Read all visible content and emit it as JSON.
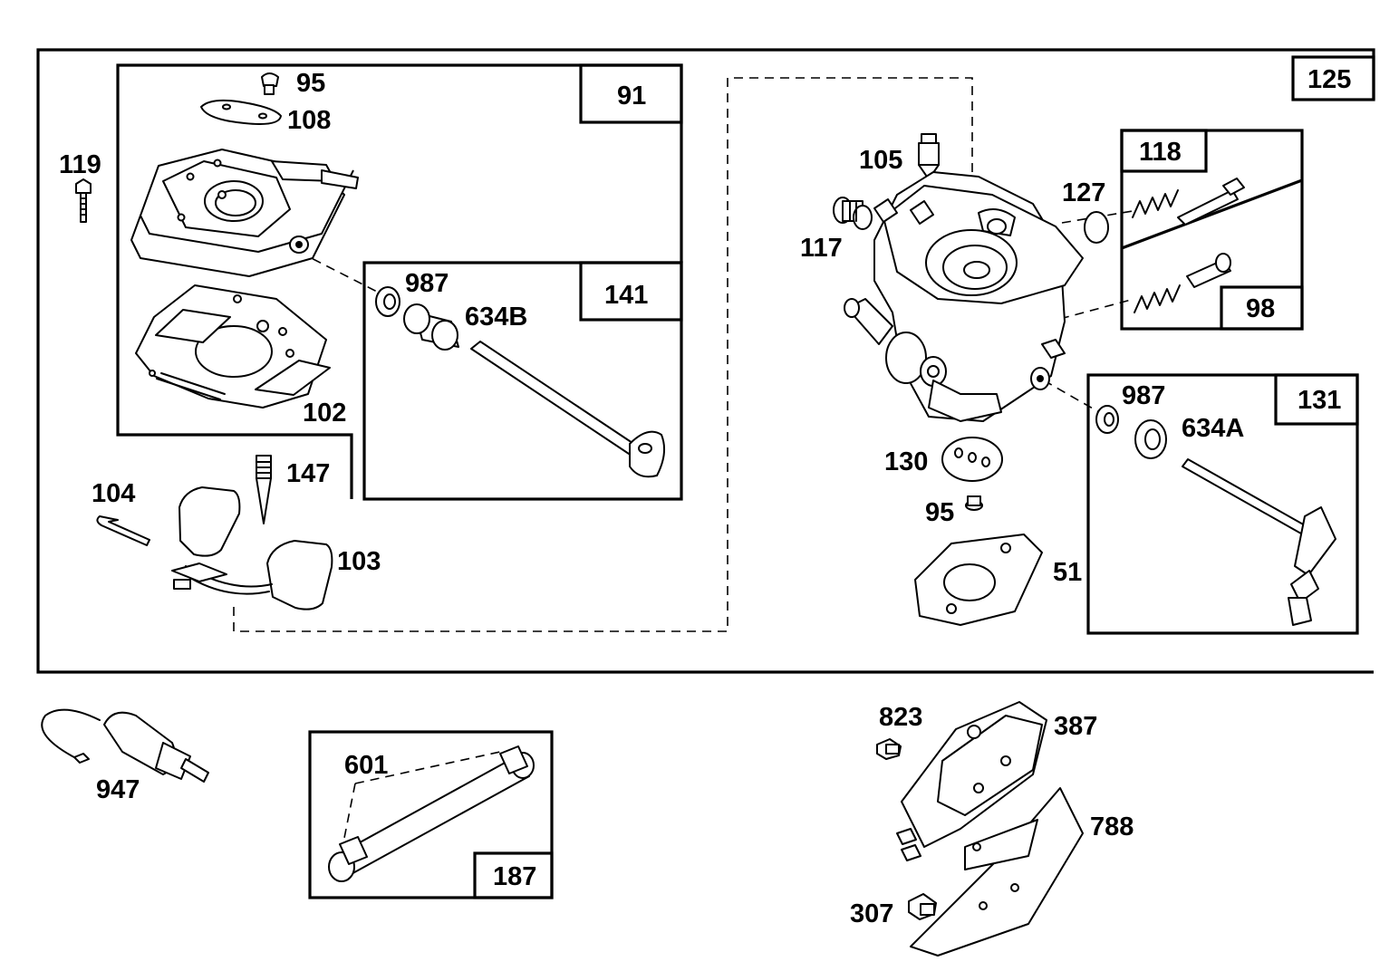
{
  "boxes": {
    "b125": "125",
    "b91": "91",
    "b141": "141",
    "b118": "118",
    "b98": "98",
    "b131": "131",
    "b187": "187"
  },
  "labels": {
    "l95a": "95",
    "l108": "108",
    "l119": "119",
    "l987a": "987",
    "l634b": "634B",
    "l102": "102",
    "l147": "147",
    "l104": "104",
    "l103": "103",
    "l105": "105",
    "l117": "117",
    "l127": "127",
    "l987b": "987",
    "l634a": "634A",
    "l130": "130",
    "l95b": "95",
    "l51": "51",
    "l947": "947",
    "l601": "601",
    "l823": "823",
    "l387": "387",
    "l788": "788",
    "l307": "307"
  }
}
